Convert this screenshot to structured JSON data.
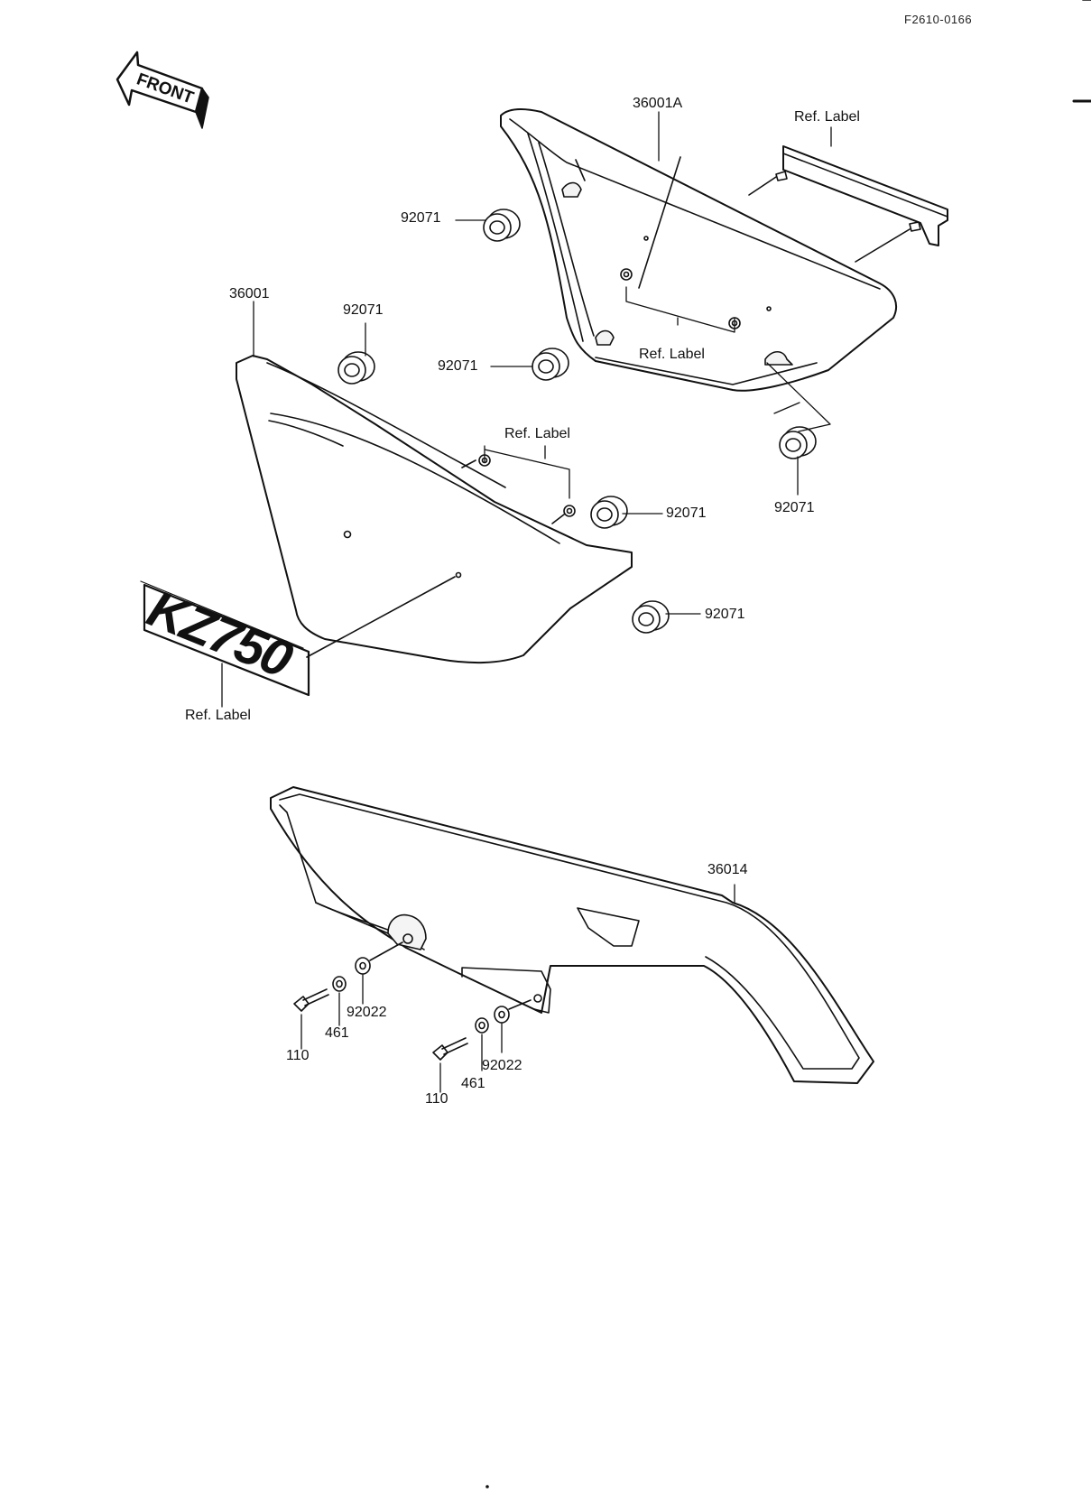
{
  "figure_code": "F2610-0166",
  "front_arrow": {
    "text": "FRONT"
  },
  "emblem": {
    "text": "KZ750"
  },
  "labels": {
    "part_36001A": "36001A",
    "ref_label_top_right": "Ref. Label",
    "grommet_upper_left": "92071",
    "part_36001": "36001",
    "grommet_left_cover_top": "92071",
    "grommet_middle": "92071",
    "ref_label_right_cover": "Ref. Label",
    "ref_label_left_cover": "Ref. Label",
    "grommet_right_lower": "92071",
    "grommet_left_cover_side": "92071",
    "grommet_bottom": "92071",
    "ref_label_emblem": "Ref. Label",
    "part_36014": "36014",
    "washer_left": "92022",
    "lockwasher_left": "461",
    "bolt_left": "110",
    "washer_right": "92022",
    "lockwasher_right": "461",
    "bolt_right": "110"
  },
  "colors": {
    "ink": "#111111",
    "paper": "#ffffff"
  }
}
